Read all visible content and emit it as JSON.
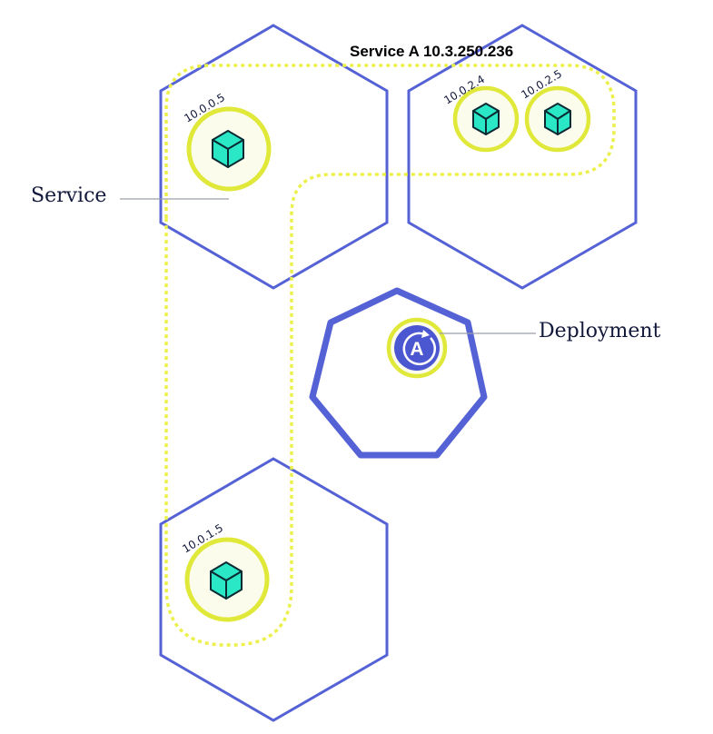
{
  "colors": {
    "node_stroke": "#5562d6",
    "service_path": "#ecf04a",
    "pod_ring": "#e0e83a",
    "pod_fill": "#fbfcec",
    "cube_fill": "#2ae8c6",
    "cube_stroke": "#0b2a33",
    "deployment_fill": "#4b57d0",
    "text_dark": "#12183a",
    "leader_line": "#9aa0a8"
  },
  "labels": {
    "service": "Service",
    "service_a": "Service A 10.3.250.236",
    "deployment": "Deployment"
  },
  "pods": [
    {
      "ip": "10.0.0.5",
      "icon": "cube-icon"
    },
    {
      "ip": "10.0.2.4",
      "icon": "cube-icon"
    },
    {
      "ip": "10.0.2.5",
      "icon": "cube-icon"
    },
    {
      "ip": "10.0.1.5",
      "icon": "cube-icon"
    }
  ],
  "deployment_icon": {
    "letter": "A",
    "icon": "deployment-icon"
  }
}
